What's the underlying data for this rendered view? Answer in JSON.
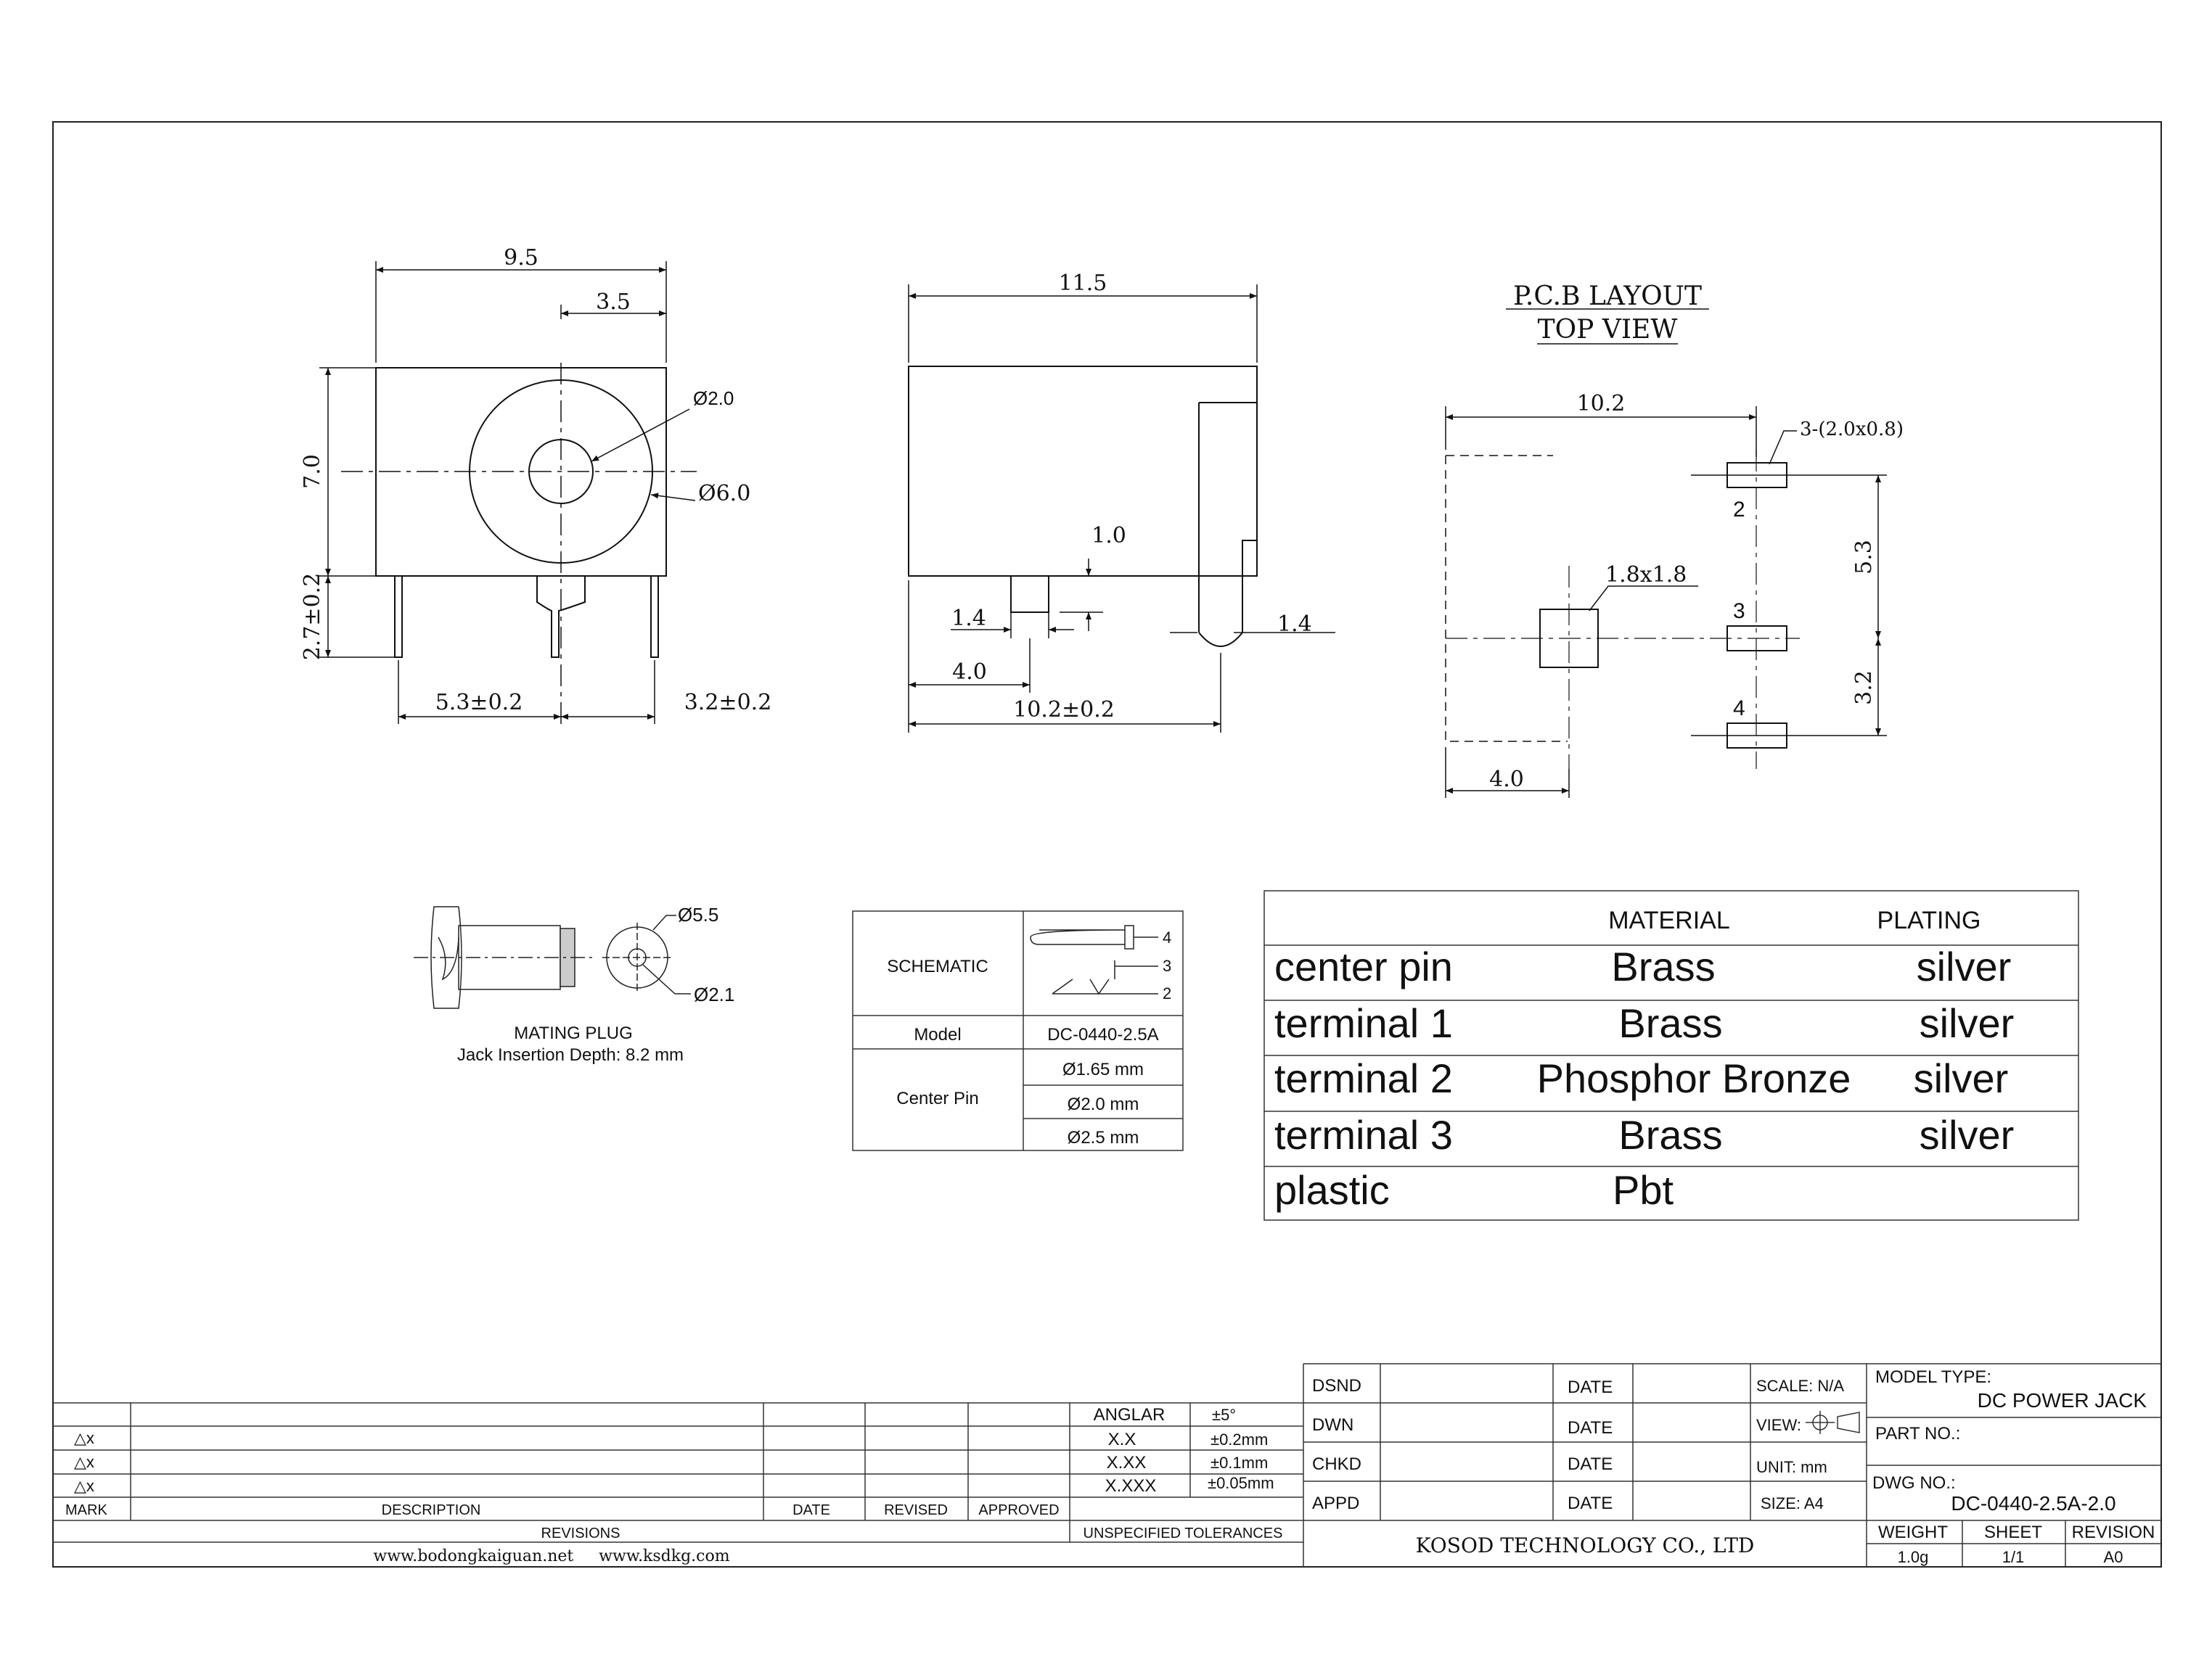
{
  "front_view": {
    "dims": {
      "width": "9.5",
      "offset": "3.5",
      "height": "7.0",
      "pin_len": "2.7±0.2",
      "hole": "Ø2.0",
      "boss": "Ø6.0",
      "left_pitch": "5.3±0.2",
      "right_pitch": "3.2±0.2"
    }
  },
  "side_view": {
    "dims": {
      "length": "11.5",
      "step": "1.0",
      "pin_w": "1.4",
      "pin_pos": "4.0",
      "total": "10.2±0.2",
      "tail": "1.4"
    }
  },
  "pcb": {
    "title1": "P.C.B LAYOUT",
    "title2": "TOP VIEW",
    "dims": {
      "width": "10.2",
      "pads": "3-(2.0x0.8)",
      "pad_center": "1.8x1.8",
      "span_a": "5.3",
      "span_b": "3.2",
      "offset": "4.0"
    },
    "pins": [
      "2",
      "3",
      "4"
    ]
  },
  "plug": {
    "outer": "Ø5.5",
    "inner": "Ø2.1",
    "label": "MATING PLUG",
    "depth": "Jack Insertion Depth: 8.2 mm"
  },
  "schematic_table": {
    "schematic_label": "SCHEMATIC",
    "pins": [
      "4",
      "3",
      "2"
    ],
    "model_label": "Model",
    "model_value": "DC-0440-2.5A",
    "center_pin_label": "Center Pin",
    "center_pin_values": [
      "Ø1.65 mm",
      "Ø2.0 mm",
      "Ø2.5 mm"
    ]
  },
  "material_table": {
    "headers": [
      "",
      "MATERIAL",
      "PLATING"
    ],
    "rows": [
      {
        "part": "center pin",
        "material": "Brass",
        "plating": "silver"
      },
      {
        "part": "terminal 1",
        "material": "Brass",
        "plating": "silver"
      },
      {
        "part": "terminal 2",
        "material": "Phosphor Bronze",
        "plating": "silver"
      },
      {
        "part": "terminal 3",
        "material": "Brass",
        "plating": "silver"
      },
      {
        "part": "plastic",
        "material": "Pbt",
        "plating": ""
      }
    ]
  },
  "title_block": {
    "revisions": {
      "marks": [
        "△x",
        "△x",
        "△x"
      ],
      "mark": "MARK",
      "description": "DESCRIPTION",
      "date": "DATE",
      "revised": "REVISED",
      "approved": "APPROVED",
      "revisions": "REVISIONS",
      "website": "www.bodongkaiguan.net     www.ksdkg.com"
    },
    "tolerances": {
      "rows": [
        {
          "label": "ANGLAR",
          "value": "±5°"
        },
        {
          "label": "X.X",
          "value": "±0.2mm"
        },
        {
          "label": "X.XX",
          "value": "±0.1mm"
        },
        {
          "label": "X.XXX",
          "value": "±0.05mm"
        }
      ],
      "caption": "UNSPECIFIED TOLERANCES"
    },
    "signoff": {
      "rows": [
        "DSND",
        "DWN",
        "CHKD",
        "APPD"
      ],
      "date": "DATE",
      "scale": "SCALE: N/A",
      "view": "VIEW:",
      "unit": "UNIT: mm",
      "size": "SIZE: A4"
    },
    "company": "KOSOD TECHNOLOGY CO., LTD",
    "model_type_label": "MODEL TYPE:",
    "model_type": "DC POWER JACK",
    "part_no_label": "PART NO.:",
    "dwg_no_label": "DWG NO.:",
    "dwg_no": "DC-0440-2.5A-2.0",
    "weight_label": "WEIGHT",
    "weight": "1.0g",
    "sheet_label": "SHEET",
    "sheet": "1/1",
    "revision_label": "REVISION",
    "revision": "A0"
  }
}
